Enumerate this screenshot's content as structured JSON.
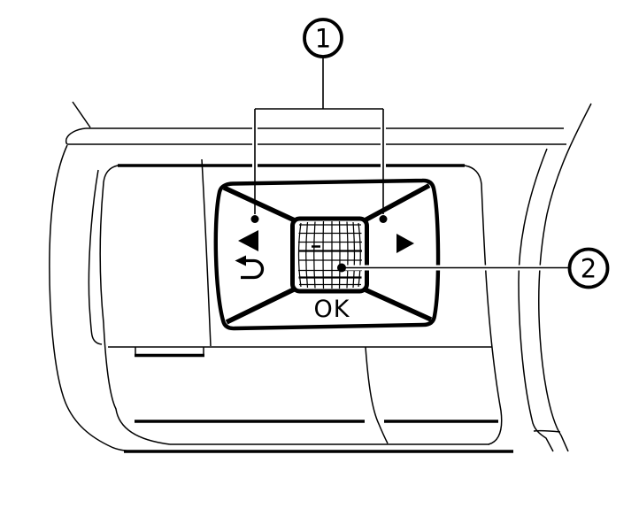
{
  "figure": {
    "background_color": "#ffffff",
    "line_color": "#000000",
    "callouts": [
      {
        "number": "1",
        "target": "arrow-buttons"
      },
      {
        "number": "2",
        "target": "thumbwheel"
      }
    ],
    "controls": {
      "ok_label": "OK",
      "left_arrow_icon": "left-filled-triangle",
      "right_arrow_icon": "right-filled-triangle",
      "return_icon": "u-turn-return-arrow",
      "wheel_icon": "knurled-thumbwheel-grid"
    }
  }
}
